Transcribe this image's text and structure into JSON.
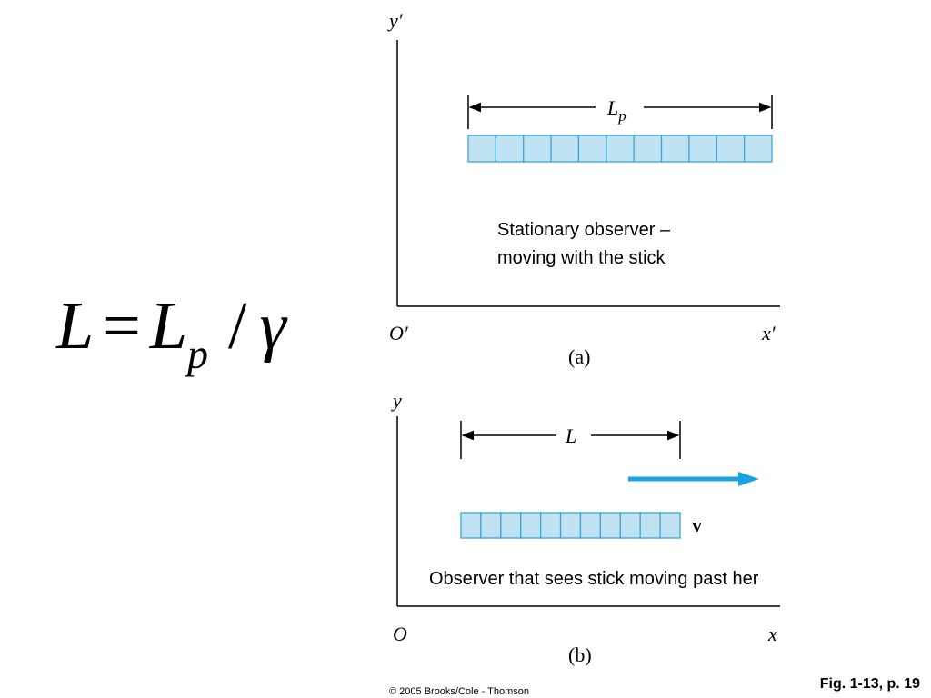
{
  "formula": {
    "L": "L",
    "equals": "=",
    "Lp_base": "L",
    "Lp_sub": "p",
    "slash": "/",
    "gamma": "γ"
  },
  "panel_a": {
    "y_axis": "y′",
    "x_axis": "x′",
    "origin": "O′",
    "length_label_base": "L",
    "length_label_sub": "p",
    "caption": "(a)",
    "note_line1": "Stationary observer –",
    "note_line2": "moving with the stick"
  },
  "panel_b": {
    "y_axis": "y",
    "x_axis": "x",
    "origin": "O",
    "length_label": "L",
    "velocity_label": "v",
    "caption": "(b)",
    "note": "Observer that sees stick moving past her"
  },
  "credit": "© 2005 Brooks/Cole - Thomson",
  "fig_ref": "Fig. 1-13, p. 19",
  "colors": {
    "stick_fill": "#bfe3f3",
    "stick_stroke": "#3aa6d8",
    "arrow": "#1aa3e0"
  }
}
